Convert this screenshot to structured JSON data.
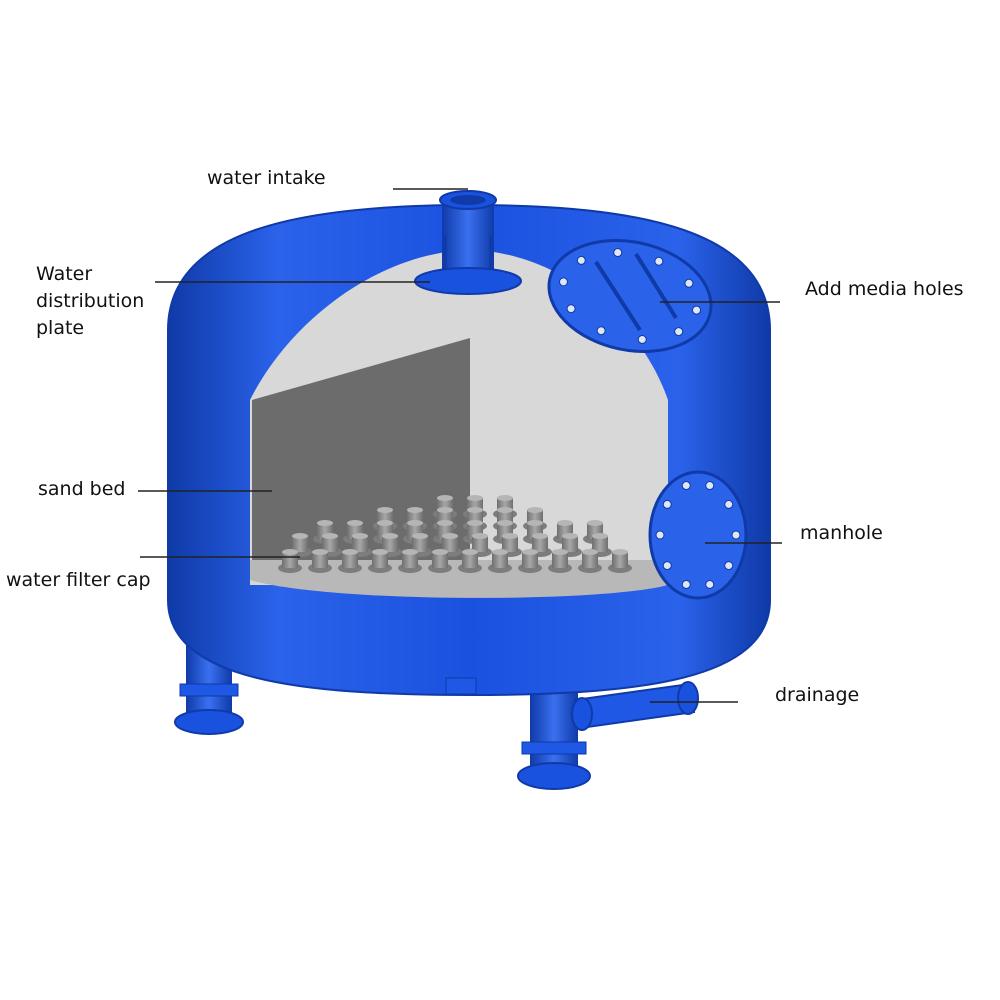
{
  "labels": {
    "water_intake": "water intake",
    "water_distribution_plate": [
      "Water",
      "distribution",
      "plate"
    ],
    "add_media_holes": "Add media holes",
    "sand_bed": "sand bed",
    "water_filter_cap": "water filter cap",
    "manhole": "manhole",
    "drainage": "drainage"
  },
  "colors": {
    "tank_blue": "#1a52e0",
    "tank_blue_dark": "#0f3aa8",
    "tank_blue_light": "#4d7ff2",
    "interior_light": "#d8d8d8",
    "interior_dark": "#6c6c6c",
    "cap_gray": "#8a8a8a",
    "leader_line": "#222222",
    "background": "#ffffff"
  }
}
